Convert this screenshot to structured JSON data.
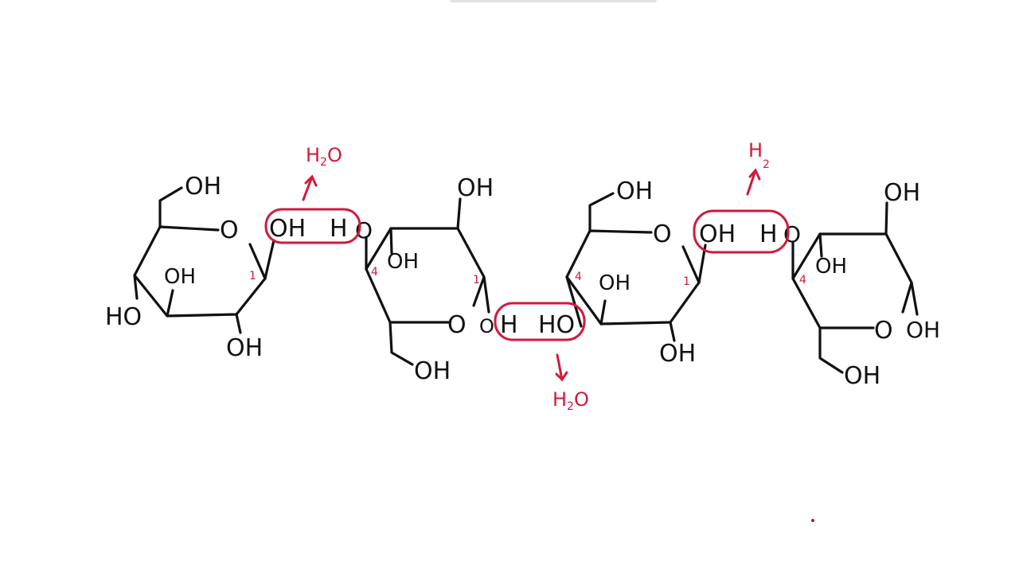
{
  "colors": {
    "ink": "#111111",
    "accent": "#d11a3b"
  },
  "rings": [
    {
      "id": "ring-1",
      "ring_oxygen": "O",
      "ch2oh": "OH",
      "c2_oh": "OH",
      "c3_ho": "HO",
      "c4_oh": "OH",
      "carbon_number": "1"
    },
    {
      "id": "ring-2",
      "ring_oxygen": "O",
      "ch2oh": "OH",
      "inner_oh": "OH",
      "top_oh": "OH",
      "left_oxygen": "O",
      "right_oxygen": "O",
      "carbon_number_left": "4",
      "carbon_number_right": "1"
    },
    {
      "id": "ring-3",
      "ring_oxygen": "O",
      "ch2oh": "OH",
      "inner_oh": "OH",
      "bottom_oh": "OH",
      "carbon_number_left": "4",
      "carbon_number_right": "1"
    },
    {
      "id": "ring-4",
      "ring_oxygen": "O",
      "ch2oh": "OH",
      "inner_oh": "OH",
      "top_oh": "OH",
      "anomeric_oh": "OH",
      "left_oxygen": "O",
      "carbon_number_left": "4"
    }
  ],
  "condensations": [
    {
      "left": "OH",
      "right": "H",
      "product": "H2O",
      "product_text": "H",
      "product_sub": "2",
      "product_tail": "O",
      "direction": "up"
    },
    {
      "left": "H",
      "right": "HO",
      "product": "H2O",
      "product_text": "H",
      "product_sub": "2",
      "product_tail": "O",
      "direction": "down"
    },
    {
      "left": "OH",
      "right": "H",
      "product": "H2",
      "product_text": "H",
      "product_sub": "2",
      "product_tail": "",
      "direction": "up"
    }
  ]
}
